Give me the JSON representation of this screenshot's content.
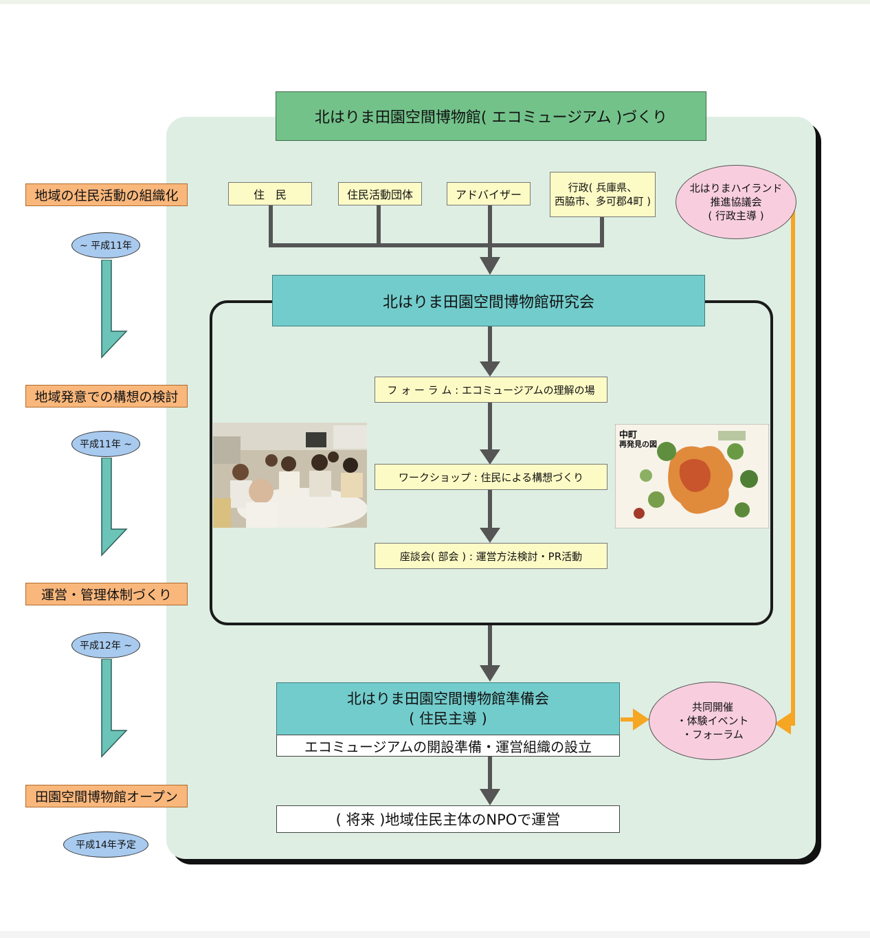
{
  "title": "北はりま田園空間博物館( エコミュージアム )づくり",
  "stages": [
    {
      "label": "地域の住民活動の組織化",
      "period": "~ 平成11年"
    },
    {
      "label": "地域発意での構想の検討",
      "period": "平成11年 ~"
    },
    {
      "label": "運営・管理体制づくり",
      "period": "平成12年 ~"
    },
    {
      "label": "田園空間博物館オープン",
      "period": "平成14年予定"
    }
  ],
  "participants": [
    "住　民",
    "住民活動団体",
    "アドバイザー",
    "行政( 兵庫県、\n西脇市、多可郡4町 )"
  ],
  "highland": "北はりまハイランド\n推進協議会\n( 行政主導 )",
  "research": {
    "title": "北はりま田園空間博物館研究会",
    "steps": [
      "フ ォ ー ラ ム : エコミュージアムの理解の場",
      "ワークショップ : 住民による構想づくり",
      "座談会( 部会 ) : 運営方法検討・PR活動"
    ]
  },
  "prep": {
    "title": "北はりま田園空間博物館準備会\n( 住民主導 )",
    "subtitle": "エコミュージアムの開設準備・運営組織の設立"
  },
  "joint": "共同開催\n・体験イベント\n・フォーラム",
  "future": "( 将来 )地域住民主体のNPOで運営",
  "map_caption": [
    "中町",
    "再発見の図"
  ],
  "colors": {
    "title_green": "#73c28a",
    "cyan": "#73cccc",
    "panel": "#deeee3",
    "stage_orange": "#f9b77c",
    "step_yellow": "#fdfbc5",
    "pink": "#f8cede",
    "oval_blue": "#a8caef",
    "arrow_teal": "#6cc3b7",
    "orange_line": "#f6a623"
  }
}
